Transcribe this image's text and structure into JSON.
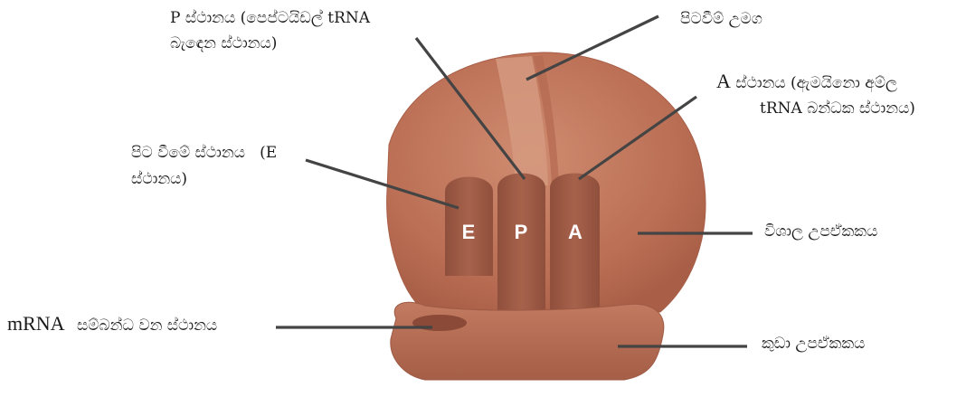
{
  "labels": {
    "p_site_line1": "P ස්ථානය (පෙප්ටයිඩල් tRNA",
    "p_site_line2": "බැඳෙන ස්ථානය)",
    "exit_tunnel": "පිටවීම් උමග",
    "a_site_letter": "A",
    "a_site_line1_rest": "ස්ථානය (ඇමයිනො අම්ල",
    "a_site_line2": "tRNA බන්ධක ස්ථානය)",
    "e_site_line1": "පිට වීමේ ස්ථානය   (E",
    "e_site_line2": "ස්ථානය)",
    "large_subunit": "විශාල උපඒකකය",
    "mrna_prefix": "mRNA",
    "mrna_rest": "සම්බන්ධ වන ස්ථානය",
    "small_subunit": "කුඩා උපඒකකය"
  },
  "sites": {
    "e": "E",
    "p": "P",
    "a": "A"
  },
  "colors": {
    "large_subunit": "#c2765c",
    "large_subunit_edge": "#a85f48",
    "small_subunit": "#b66b52",
    "pockets": "#9c5a45",
    "tunnel": "#d5937a",
    "leader_line": "#444444"
  }
}
